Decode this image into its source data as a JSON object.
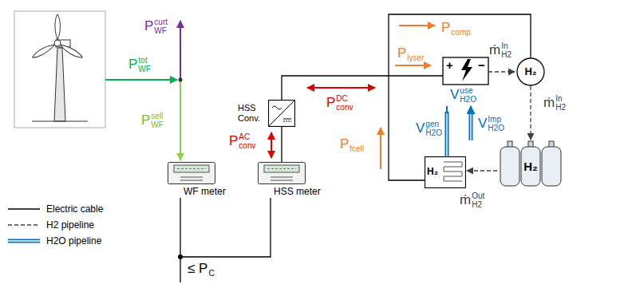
{
  "diagram": {
    "nodes": [
      {
        "text": [
          "WF meter"
        ]
      },
      {
        "text": [
          "HSS meter"
        ]
      },
      {
        "text": [
          "HSS Conv."
        ]
      },
      {
        "text": [
          "H₂"
        ]
      },
      {
        "text": [
          "H₂"
        ]
      },
      {
        "text": [
          "H₂"
        ]
      }
    ],
    "edges": [
      {
        "from": 0,
        "to": 1,
        "arrow": "none"
      },
      {
        "from": 1,
        "to": 2,
        "arrow": "none"
      },
      {
        "from": 3,
        "to": 4,
        "arrow": "to"
      },
      {
        "from": 4,
        "to": 5,
        "arrow": "to"
      }
    ],
    "labels": [
      "P",
      "tot",
      "WF",
      "P",
      "curt",
      "WF",
      "P",
      "sell",
      "WF",
      "P",
      "comp",
      "P",
      "DC",
      "conv",
      "P",
      "lyser",
      "P",
      "fcell",
      "P",
      "AC",
      "conv",
      "ṁ",
      "In",
      "H2",
      "ṁ",
      "In",
      "H2",
      "ṁ",
      "Out",
      "H2",
      "V",
      "use",
      "H2O",
      "V",
      "gen",
      "H2O",
      "V",
      "Imp",
      "H2O",
      "≤ P",
      "C",
      "+",
      "−"
    ],
    "legend": [
      {
        "text": "Electric cable"
      },
      {
        "text": "H2 pipeline"
      },
      {
        "text": "H2O pipeline"
      }
    ]
  }
}
